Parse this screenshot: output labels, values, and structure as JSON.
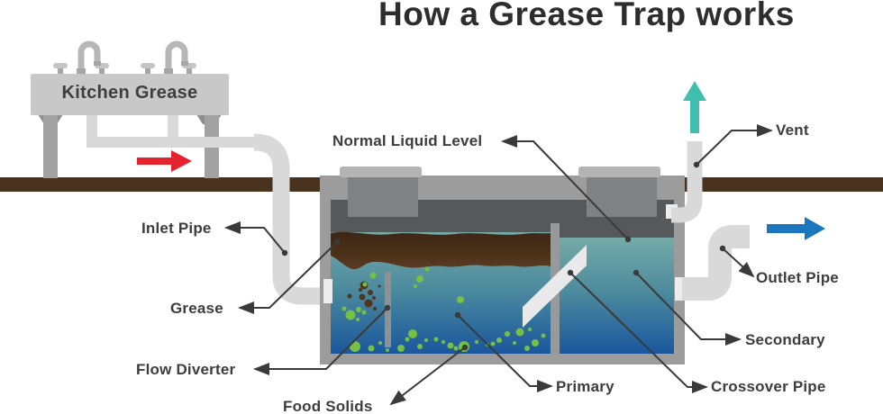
{
  "title": "How a Grease Trap works",
  "sink": {
    "label": "Kitchen Grease"
  },
  "labels": {
    "normal_liquid_level": "Normal Liquid Level",
    "vent": "Vent",
    "inlet_pipe": "Inlet Pipe",
    "grease": "Grease",
    "flow_diverter": "Flow Diverter",
    "food_solids": "Food Solids",
    "primary": "Primary",
    "crossover_pipe": "Crossover Pipe",
    "secondary": "Secondary",
    "outlet_pipe": "Outlet Pipe"
  },
  "icons": {
    "inflow_arrow": "red-right-arrow",
    "vent_arrow": "teal-up-arrow",
    "outflow_arrow": "blue-right-arrow"
  },
  "colors": {
    "ground": "#49331f",
    "tank_wall": "#9c9c9c",
    "tank_headspace": "#57585a",
    "cap": "#b4b4b4",
    "cap_neck": "#808183",
    "grease_dark": "#3c2715",
    "grease_light": "#5b3c22",
    "water_top": "#74aaa7",
    "water_mid": "#4e8c9e",
    "water_bottom": "#1a579d",
    "pipe": "#d9d9d9",
    "port": "#ececec",
    "divider": "#98999b",
    "flow_diverter_bar": "#8e9092",
    "crossover": "#e9e9e9",
    "food_solids_green": "#76c043",
    "solids_brown": "#4f351d",
    "arrow_red": "#e5232e",
    "arrow_teal": "#3fbfae",
    "arrow_blue": "#1c76bd",
    "label_text": "#3d3d3d",
    "leader_line": "#3a3a3a",
    "sink_body": "#c8c8c8",
    "sink_leg": "#a2a2a2"
  }
}
